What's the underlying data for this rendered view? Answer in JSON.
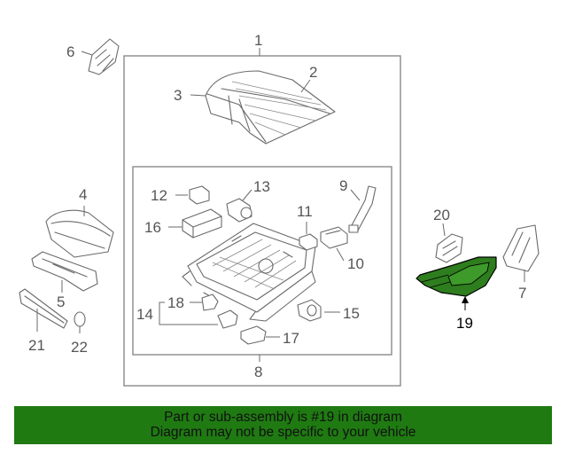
{
  "diagram": {
    "callouts": {
      "c1": "1",
      "c2": "2",
      "c3": "3",
      "c4": "4",
      "c5": "5",
      "c6": "6",
      "c7": "7",
      "c8": "8",
      "c9": "9",
      "c10": "10",
      "c11": "11",
      "c12": "12",
      "c13": "13",
      "c14": "14",
      "c15": "15",
      "c16": "16",
      "c17": "17",
      "c18": "18",
      "c19": "19",
      "c20": "20",
      "c21": "21",
      "c22": "22"
    },
    "highlighted_part": "19",
    "highlight_color": "#2e7d1e",
    "line_color": "#6a6a6a"
  },
  "banner": {
    "line1": "Part or sub-assembly is #19 in diagram",
    "line2": "Diagram may not be specific to your vehicle",
    "background": "#1f7a12"
  }
}
